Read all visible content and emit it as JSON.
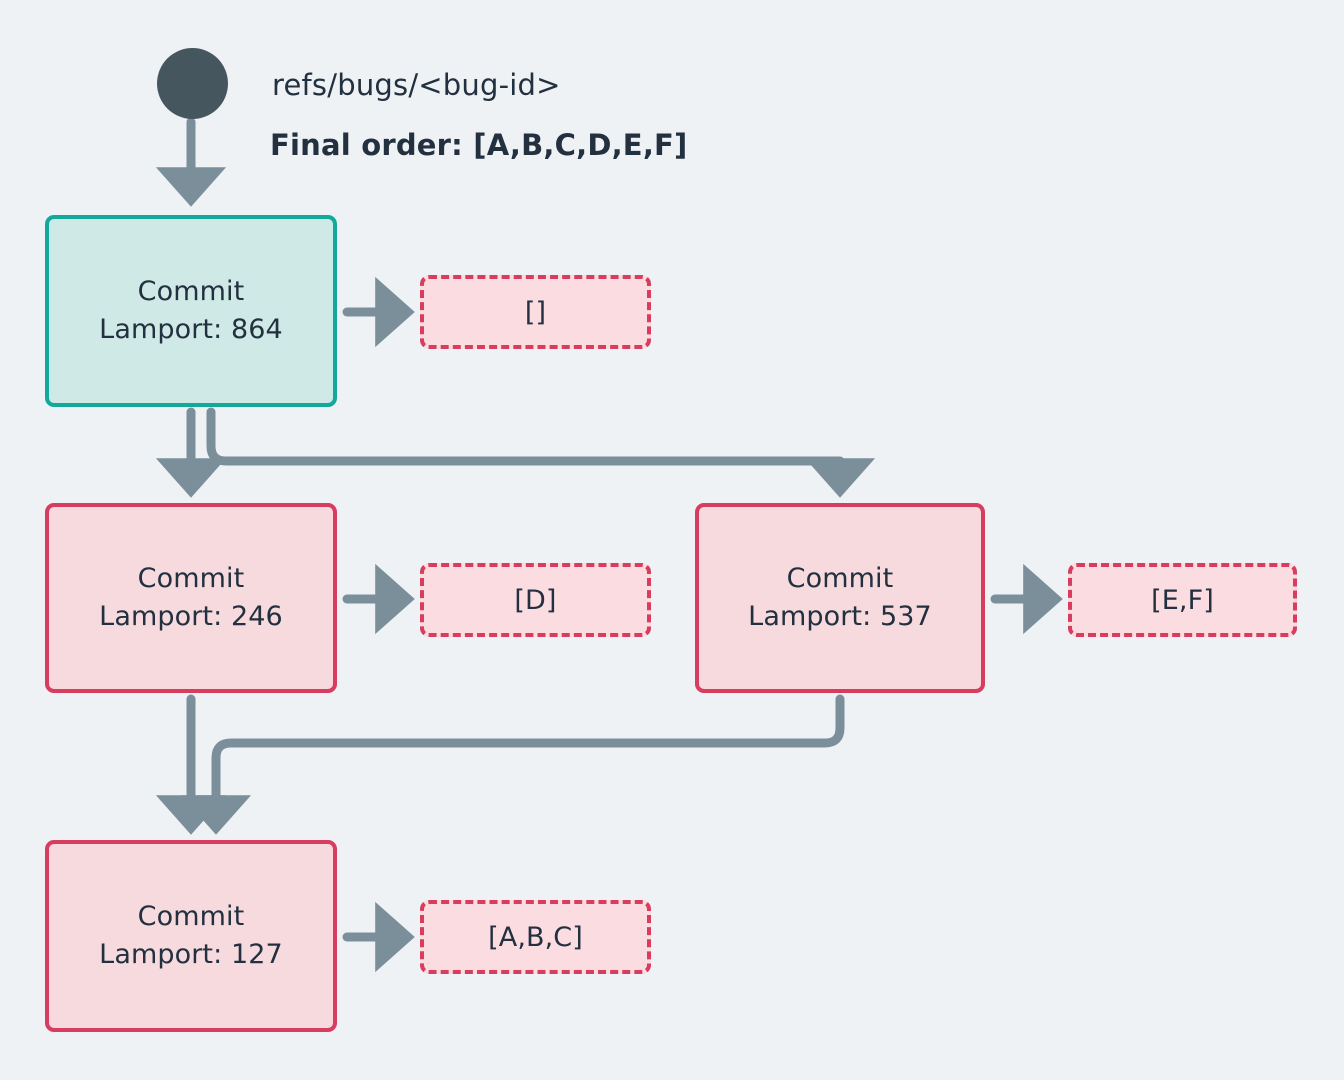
{
  "diagram": {
    "title_ref": "refs/bugs/<bug-id>",
    "final_order_label": "Final order: [A,B,C,D,E,F]",
    "background_color": "#eff2f5",
    "text_color": "#22303f",
    "edge_color": "#7b8f9b",
    "root_dot_color": "#46565f",
    "accent_teal": "#12a99b",
    "accent_teal_fill": "#cfeae6",
    "accent_red": "#d83c5e",
    "accent_red_fill": "#f6dade",
    "badge_fill": "#fadce1"
  },
  "nodes": [
    {
      "id": "n864",
      "title": "Commit",
      "lamport": "Lamport: 864",
      "style": "teal",
      "badge": "[]"
    },
    {
      "id": "n246",
      "title": "Commit",
      "lamport": "Lamport: 246",
      "style": "red",
      "badge": "[D]"
    },
    {
      "id": "n537",
      "title": "Commit",
      "lamport": "Lamport: 537",
      "style": "red",
      "badge": "[E,F]"
    },
    {
      "id": "n127",
      "title": "Commit",
      "lamport": "Lamport: 127",
      "style": "red",
      "badge": "[A,B,C]"
    }
  ],
  "edges": [
    {
      "from": "root",
      "to": "n864"
    },
    {
      "from": "n864",
      "to": "n246"
    },
    {
      "from": "n864",
      "to": "n537"
    },
    {
      "from": "n246",
      "to": "n127"
    },
    {
      "from": "n537",
      "to": "n127"
    },
    {
      "from": "n864",
      "to": "badge-864"
    },
    {
      "from": "n246",
      "to": "badge-246"
    },
    {
      "from": "n537",
      "to": "badge-537"
    },
    {
      "from": "n127",
      "to": "badge-127"
    }
  ]
}
